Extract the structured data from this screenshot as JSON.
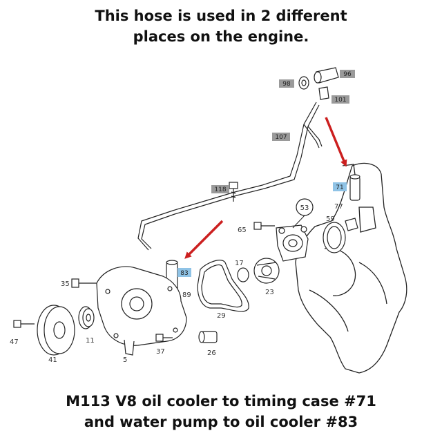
{
  "header": {
    "line1": "This hose is used in 2 different",
    "line2": "places on the engine."
  },
  "footer": {
    "line1": "M113 V8 oil cooler to timing case #71",
    "line2": "and water pump to oil cooler #83"
  },
  "colors": {
    "arrow": "#cc1f1f",
    "tag_gray": "#9a9a9a",
    "tag_blue": "#8fc3e6",
    "line": "#222222"
  },
  "callouts": {
    "gray": [
      "98",
      "96",
      "101",
      "107",
      "118"
    ],
    "blue": [
      "71",
      "83"
    ],
    "plain": [
      "53",
      "77",
      "59",
      "65",
      "17",
      "89",
      "23",
      "29",
      "35",
      "47",
      "11",
      "41",
      "5",
      "37",
      "26"
    ]
  }
}
